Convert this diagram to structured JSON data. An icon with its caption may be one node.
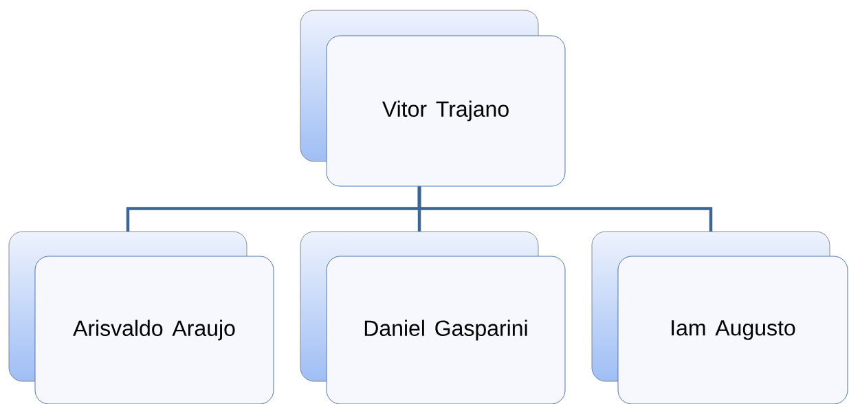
{
  "diagram": {
    "nodes": [
      {
        "text": [
          "Vitor Trajano"
        ]
      },
      {
        "text": [
          "Arisvaldo Araujo"
        ]
      },
      {
        "text": [
          "Daniel Gasparini"
        ]
      },
      {
        "text": [
          "Iam Augusto"
        ]
      }
    ],
    "edges": [
      {
        "from": 0,
        "to": 1,
        "arrow": "none"
      },
      {
        "from": 0,
        "to": 2,
        "arrow": "none"
      },
      {
        "from": 0,
        "to": 3,
        "arrow": "none"
      }
    ]
  }
}
